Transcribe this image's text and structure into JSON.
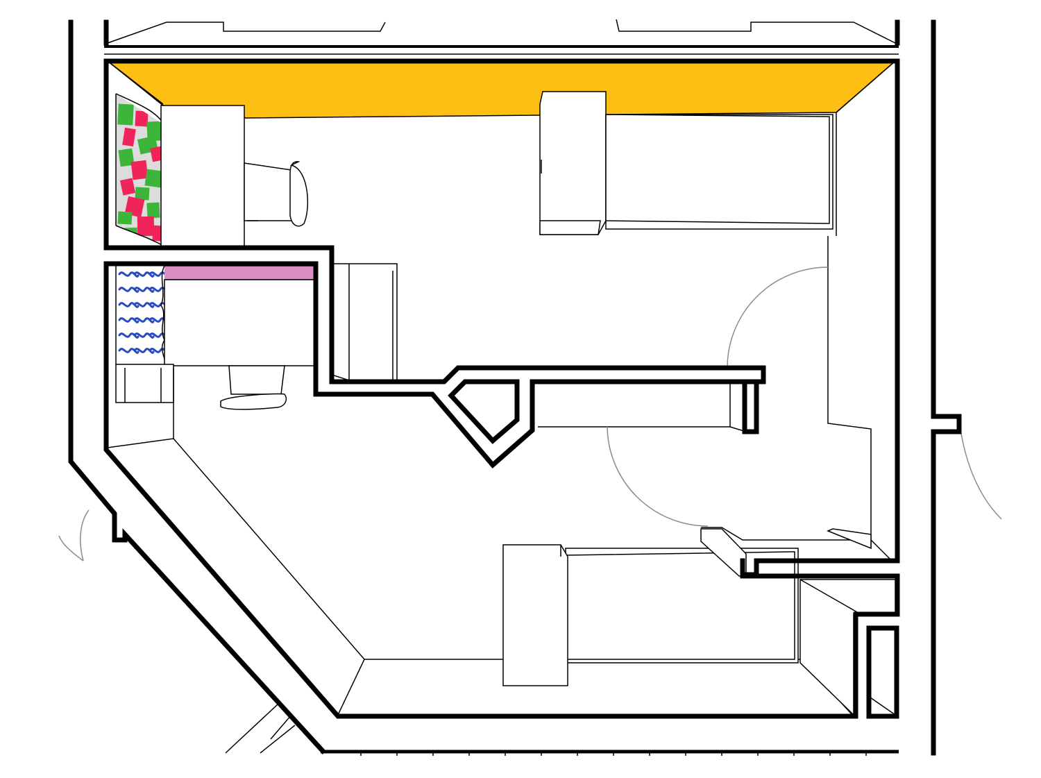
{
  "plan": {
    "colors": {
      "background": "#ffffff",
      "wall": "#000000",
      "accent_wall_room_1": "#fdbf14",
      "accent_wall_room_2": "#d98fc3",
      "curtain_room_1_base": "#dcdcdc",
      "curtain_room_1_green": "#3db53a",
      "curtain_room_1_red": "#f0245a",
      "curtain_room_2_base": "#ffffff",
      "curtain_room_2_pattern": "#2a4bbf",
      "door_swing": "#8a8a8a"
    },
    "furniture": [
      "desk",
      "chair",
      "wardrobe",
      "bed",
      "wardrobe",
      "desk",
      "chair",
      "wardrobe",
      "bed"
    ],
    "doors": [
      "door-swing-hall",
      "door-swing-room-2",
      "door-swing-corridor",
      "door-swing-lower-left"
    ]
  }
}
